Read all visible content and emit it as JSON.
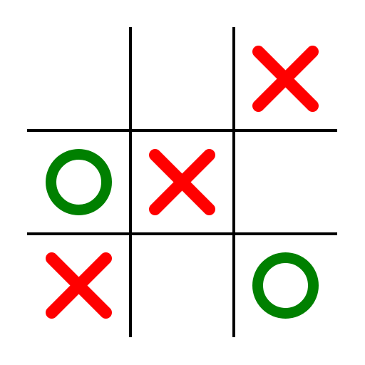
{
  "game": {
    "type": "tic-tac-toe",
    "rows": 3,
    "cols": 3,
    "cells": [
      [
        "",
        "",
        "X"
      ],
      [
        "O",
        "X",
        ""
      ],
      [
        "X",
        "",
        "O"
      ]
    ]
  },
  "colors": {
    "background": "#ffffff",
    "grid": "#000000",
    "x": "#ff0000",
    "o": "#008000"
  },
  "icons": {
    "x": "x-mark-icon",
    "o": "o-mark-icon"
  }
}
